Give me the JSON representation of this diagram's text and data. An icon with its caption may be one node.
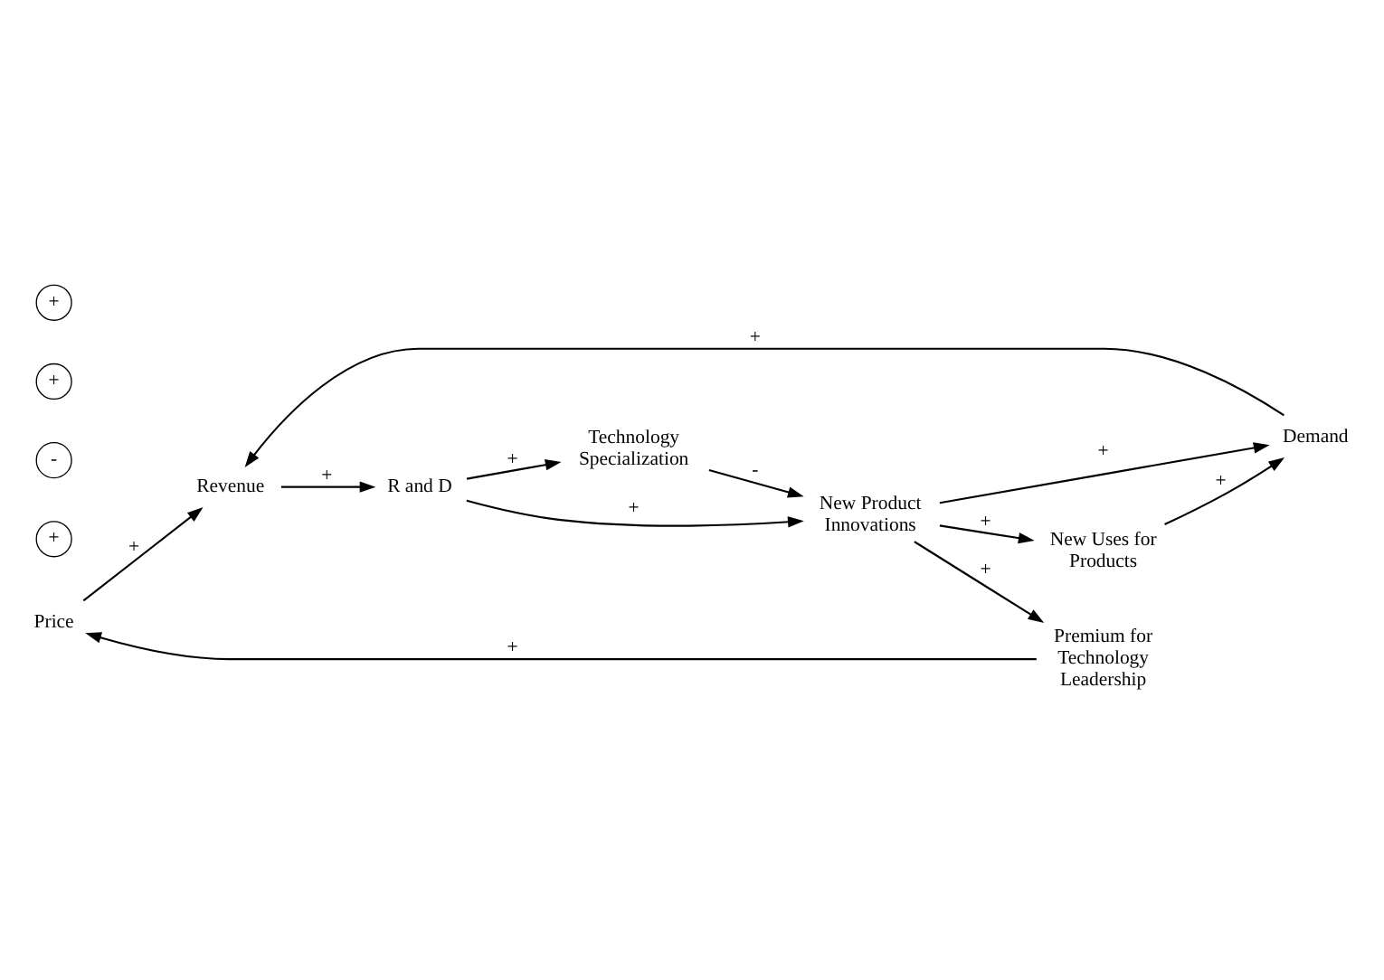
{
  "diagram": {
    "nodes": [
      {
        "text": [
          "Price"
        ]
      },
      {
        "text": [
          "Premium for Technology Leadership"
        ]
      },
      {
        "text": [
          "Technology Specialization"
        ]
      },
      {
        "text": [
          "Revenue"
        ]
      },
      {
        "text": [
          "R and D"
        ]
      },
      {
        "text": [
          "New Product Innovations"
        ]
      },
      {
        "text": [
          "Demand"
        ]
      },
      {
        "text": [
          "New Uses for Products"
        ]
      }
    ],
    "edges": [
      {
        "from": 1,
        "to": 0,
        "arrow": "to",
        "label": "+"
      },
      {
        "from": 0,
        "to": 3,
        "arrow": "to",
        "label": "+"
      },
      {
        "from": 3,
        "to": 4,
        "arrow": "to",
        "label": "+"
      },
      {
        "from": 4,
        "to": 2,
        "arrow": "to",
        "label": "+"
      },
      {
        "from": 2,
        "to": 5,
        "arrow": "to",
        "label": "-"
      },
      {
        "from": 4,
        "to": 5,
        "arrow": "to",
        "label": "+"
      },
      {
        "from": 5,
        "to": 1,
        "arrow": "to",
        "label": "+"
      },
      {
        "from": 5,
        "to": 7,
        "arrow": "to",
        "label": "+"
      },
      {
        "from": 5,
        "to": 6,
        "arrow": "to",
        "label": "+"
      },
      {
        "from": 7,
        "to": 6,
        "arrow": "to",
        "label": "+"
      },
      {
        "from": 6,
        "to": 3,
        "arrow": "to",
        "label": "+"
      }
    ],
    "labels": [
      "+",
      "-",
      "+",
      "+"
    ]
  }
}
